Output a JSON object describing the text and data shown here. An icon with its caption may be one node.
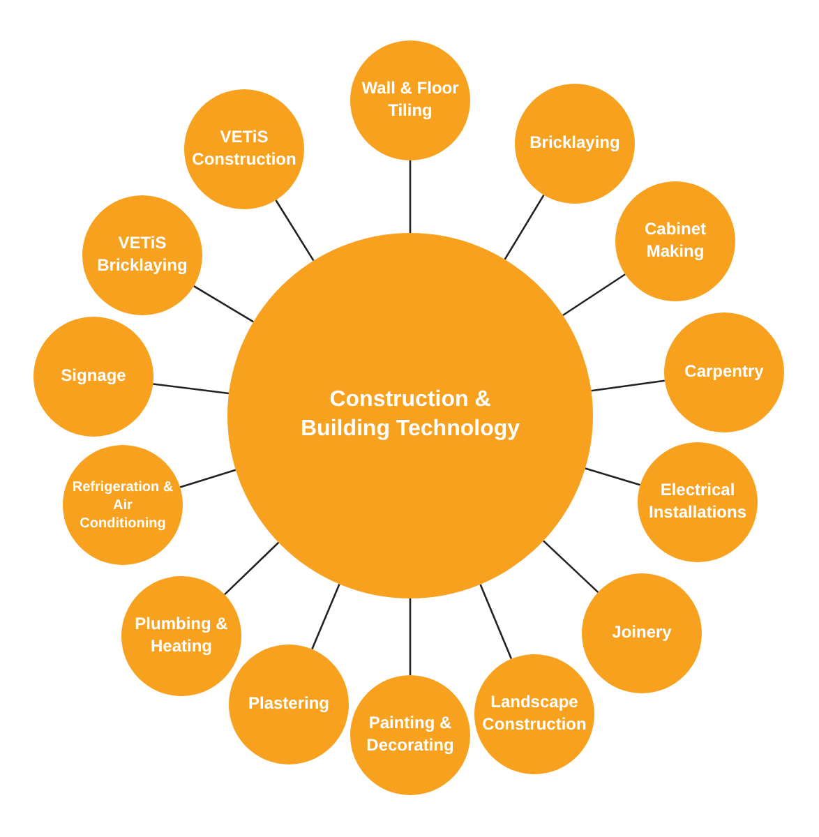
{
  "diagram": {
    "nodes": [
      {
        "text": [
          "Construction & Building Technology"
        ]
      },
      {
        "text": [
          "Wall & Floor Tiling"
        ]
      },
      {
        "text": [
          "Bricklaying"
        ]
      },
      {
        "text": [
          "Cabinet Making"
        ]
      },
      {
        "text": [
          "Carpentry"
        ]
      },
      {
        "text": [
          "Electrical Installations"
        ]
      },
      {
        "text": [
          "Joinery"
        ]
      },
      {
        "text": [
          "Landscape Construction"
        ]
      },
      {
        "text": [
          "Painting & Decorating"
        ]
      },
      {
        "text": [
          "Plastering"
        ]
      },
      {
        "text": [
          "Plumbing & Heating"
        ]
      },
      {
        "text": [
          "Refrigeration & Air Conditioning"
        ]
      },
      {
        "text": [
          "Signage"
        ]
      },
      {
        "text": [
          "VETiS Bricklaying"
        ]
      },
      {
        "text": [
          "VETiS Construction"
        ]
      }
    ],
    "edges": [
      {
        "from": 0,
        "to": 1,
        "arrow": "none"
      },
      {
        "from": 0,
        "to": 2,
        "arrow": "none"
      },
      {
        "from": 0,
        "to": 3,
        "arrow": "none"
      },
      {
        "from": 0,
        "to": 4,
        "arrow": "none"
      },
      {
        "from": 0,
        "to": 5,
        "arrow": "none"
      },
      {
        "from": 0,
        "to": 6,
        "arrow": "none"
      },
      {
        "from": 0,
        "to": 7,
        "arrow": "none"
      },
      {
        "from": 0,
        "to": 8,
        "arrow": "none"
      },
      {
        "from": 0,
        "to": 9,
        "arrow": "none"
      },
      {
        "from": 0,
        "to": 10,
        "arrow": "none"
      },
      {
        "from": 0,
        "to": 11,
        "arrow": "none"
      },
      {
        "from": 0,
        "to": 12,
        "arrow": "none"
      },
      {
        "from": 0,
        "to": 13,
        "arrow": "none"
      },
      {
        "from": 0,
        "to": 14,
        "arrow": "none"
      }
    ]
  }
}
